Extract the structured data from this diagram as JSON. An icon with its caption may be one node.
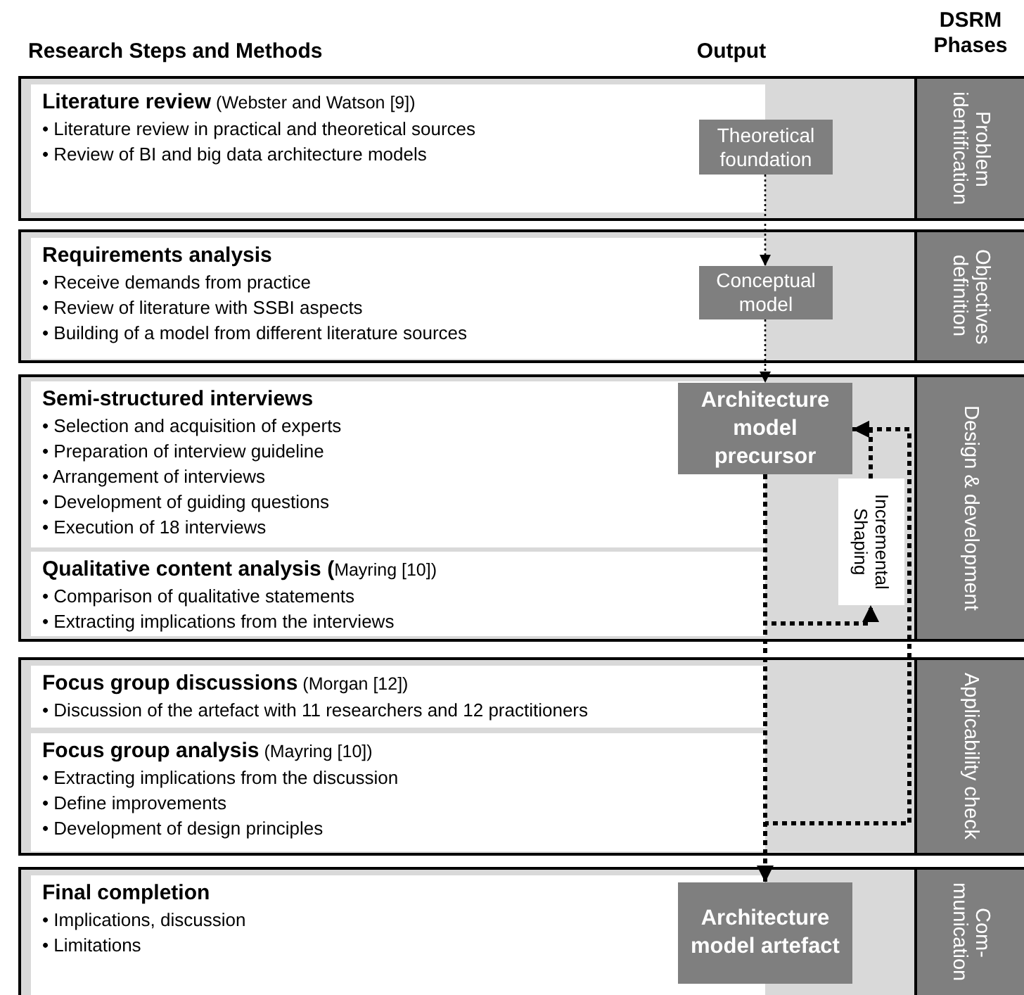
{
  "diagram": {
    "nodes": [
      {
        "text": [
          "**Literature review** (Webster and Watson [9])",
          "• Literature review in practical and theoretical sources",
          "• Review of BI and big data architecture models"
        ]
      },
      {
        "text": [
          "Theoretical foundation"
        ]
      },
      {
        "text": [
          "Problem identification"
        ]
      },
      {
        "text": [
          "**Requirements analysis**",
          "• Receive demands from practice",
          "• Review of literature with SSBI aspects",
          "• Building of a model from different literature sources"
        ]
      },
      {
        "text": [
          "Conceptual model"
        ]
      },
      {
        "text": [
          "Objectives definition"
        ]
      },
      {
        "text": [
          "**Semi-structured interviews**",
          "• Selection and acquisition of experts",
          "• Preparation of interview guideline",
          "• Arrangement of interviews",
          "• Development of guiding questions",
          "• Execution of 18 interviews"
        ]
      },
      {
        "text": [
          "Architecture model precursor"
        ]
      },
      {
        "text": [
          "**Qualitative content analysis (**Mayring [10])",
          "• Comparison of qualitative statements",
          "• Extracting implications from the interviews"
        ]
      },
      {
        "text": [
          "Incremental Shaping"
        ]
      },
      {
        "text": [
          "Design & development"
        ]
      },
      {
        "text": [
          "**Focus group discussions** (Morgan [12])",
          "• Discussion of the artefact with 11 researchers and 12 practitioners"
        ]
      },
      {
        "text": [
          "**Focus group analysis** (Mayring [10])",
          "• Extracting implications from the discussion",
          "• Define improvements",
          "• Development of design principles"
        ]
      },
      {
        "text": [
          "Applicability check"
        ]
      },
      {
        "text": [
          "**Final completion**",
          "• Implications, discussion",
          "• Limitations"
        ]
      },
      {
        "text": [
          "Architecture model artefact"
        ]
      },
      {
        "text": [
          "Com- munication"
        ]
      }
    ],
    "edges": [
      {
        "from": 1,
        "to": 4,
        "arrow": "to",
        "style": "dashed"
      },
      {
        "from": 4,
        "to": 7,
        "arrow": "to",
        "style": "dashed"
      },
      {
        "from": 7,
        "to": 15,
        "arrow": "to",
        "style": "dashed"
      },
      {
        "from": 7,
        "to": 9,
        "arrow": "to",
        "style": "dashed"
      },
      {
        "from": 9,
        "to": 7,
        "arrow": "to",
        "style": "dashed"
      },
      {
        "from": 7,
        "to": 7,
        "arrow": "to",
        "style": "dashed"
      }
    ],
    "labels": [
      "Research Steps and Methods",
      "Output",
      "DSRM Phases"
    ]
  }
}
